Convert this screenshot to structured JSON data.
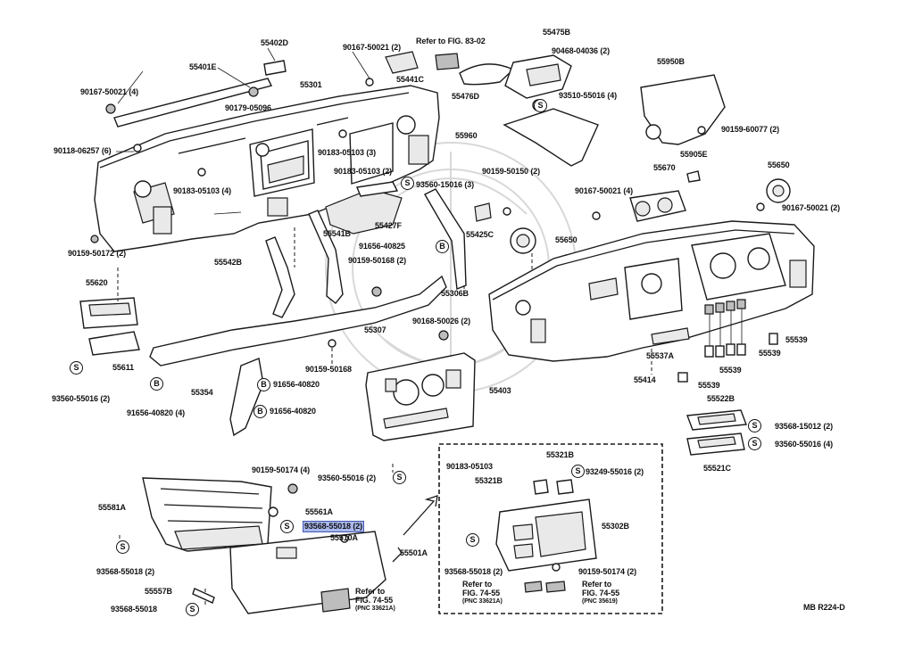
{
  "labels": {
    "l55402D": "55402D",
    "l55401E": "55401E",
    "l90167_4": "90167-50021 (4)",
    "l90167_2": "90167-50021 (2)",
    "l90179": "90179-05096",
    "l55301": "55301",
    "l90118": "90118-06257 (6)",
    "l90183_3": "90183-05103 (3)",
    "l90183_4": "90183-05103 (4)",
    "l90183_2": "90183-05103 (2)",
    "l90159_2a": "90159-50172 (2)",
    "l55541B": "55541B",
    "l55542B": "55542B",
    "l55620": "55620",
    "l55611": "55611",
    "l93560_2a": "93560-55016 (2)",
    "l91656_4": "91656-40820 (4)",
    "l55354": "55354",
    "l91656_a": "91656-40820",
    "l91656_b": "91656-40820",
    "l90159_50168": "90159-50168",
    "l90159_50168_2": "90159-50168 (2)",
    "l55307": "55307",
    "l91656_40825": "91656-40825",
    "l55427F": "55427F",
    "l93560_15016": "93560-15016 (3)",
    "l55441C": "55441C",
    "lRefer83": "Refer to FIG. 83-02",
    "l55475B": "55475B",
    "l90468": "90468-04036 (2)",
    "l55476D": "55476D",
    "l93510": "93510-55016 (4)",
    "l55960": "55960",
    "l55950B": "55950B",
    "l90159_60077": "90159-60077 (2)",
    "l90159_50150": "90159-50150 (2)",
    "l55425C": "55425C",
    "l55306B": "55306B",
    "l90168": "90168-50026 (2)",
    "l55670": "55670",
    "l55905E": "55905E",
    "l90167_4b": "90167-50021 (4)",
    "l55650a": "55650",
    "l90167_2b": "90167-50021 (2)",
    "l55650b": "55650",
    "l55539a": "55539",
    "l55539b": "55539",
    "l55539c": "55539",
    "l55539d": "55539",
    "l55537A": "55537A",
    "l55414": "55414",
    "l55522B": "55522B",
    "l93568_15012": "93568-15012 (2)",
    "l93560_55016_4": "93560-55016 (4)",
    "l55521C": "55521C",
    "l55403": "55403",
    "l93560_2b": "93560-55016 (2)",
    "l90159_50174_4": "90159-50174 (4)",
    "l55581A": "55581A",
    "l55561A": "55561A",
    "l93568_55018_hl": "93568-55018 (2)",
    "l55510A": "55510A",
    "l55501A": "55501A",
    "l93568_55018_2": "93568-55018 (2)",
    "l55557B": "55557B",
    "l93568_55018": "93568-55018",
    "lRefer74a": "Refer to",
    "lRefer74a2": "FIG. 74-55",
    "lPnc33621a": "(PNC 33621A)",
    "l90183_05103": "90183-05103",
    "l55321Ba": "55321B",
    "l55321Bb": "55321B",
    "l93249": "93249-55016 (2)",
    "l55302B": "55302B",
    "l93568_box": "93568-55018 (2)",
    "l90159_50174_2": "90159-50174 (2)",
    "lRefer74b": "Refer to",
    "lRefer74b2": "FIG. 74-55",
    "lPnc33621b": "(PNC 33621A)",
    "lRefer74c": "Refer to",
    "lRefer74c2": "FIG. 74-55",
    "lPnc35619": "(PNC 35619)",
    "lMB": "MB R224-D"
  },
  "badges": {
    "s": "S",
    "b": "B"
  }
}
